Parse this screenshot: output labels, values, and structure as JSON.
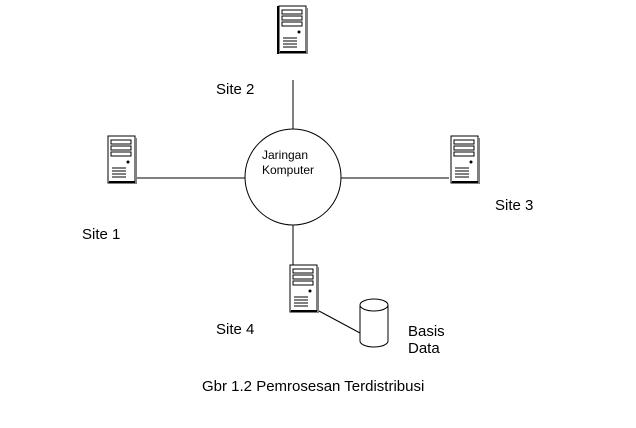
{
  "hub": {
    "line1": "Jaringan",
    "line2": "Komputer"
  },
  "sites": {
    "site1": "Site 1",
    "site2": "Site 2",
    "site3": "Site 3",
    "site4": "Site 4"
  },
  "database": {
    "line1": "Basis",
    "line2": "Data"
  },
  "caption": "Gbr 1.2 Pemrosesan Terdistribusi",
  "icons": {
    "site1": "server-tower-icon",
    "site2": "server-tower-icon",
    "site3": "server-tower-icon",
    "site4": "server-tower-icon",
    "database": "database-cylinder-icon"
  },
  "colors": {
    "line": "#000000",
    "computer_face": "#f2f2f2",
    "computer_shadow": "#7f7f7f"
  }
}
